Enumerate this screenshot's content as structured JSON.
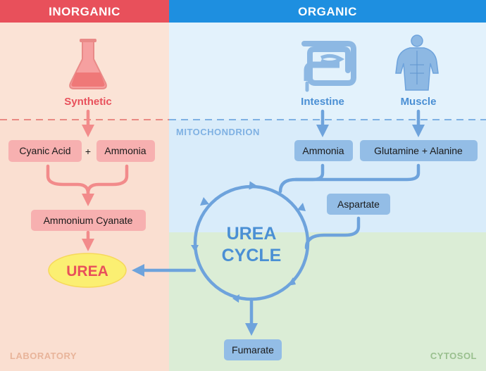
{
  "headers": {
    "inorganic": "INORGANIC",
    "organic": "ORGANIC"
  },
  "sources": {
    "synthetic": "Synthetic",
    "intestine": "Intestine",
    "muscle": "Muscle"
  },
  "zones": {
    "mitochondrion": "MITOCHONDRION",
    "laboratory": "LABORATORY",
    "cytosol": "CYTOSOL"
  },
  "boxes": {
    "cyanic_acid": "Cyanic Acid",
    "plus": "+",
    "ammonia_lab": "Ammonia",
    "ammonium_cyanate": "Ammonium Cyanate",
    "ammonia_org": "Ammonia",
    "glutamine_alanine": "Glutamine + Alanine",
    "aspartate": "Aspartate",
    "fumarate": "Fumarate"
  },
  "urea": "UREA",
  "cycle": {
    "line1": "UREA",
    "line2": "CYCLE"
  },
  "icons": [
    "flask-icon",
    "intestine-icon",
    "muscle-body-icon"
  ],
  "colors": {
    "inorganic_header": "#e8505b",
    "organic_header": "#1e8fe0",
    "inorganic_bg": "#fbe3d6",
    "mito_bg": "#d9ecfa",
    "cytosol_bg": "#d8ebd3",
    "red_arrow": "#f28b8b",
    "blue_arrow": "#6ea3dc",
    "urea_fill": "#fbef72"
  }
}
